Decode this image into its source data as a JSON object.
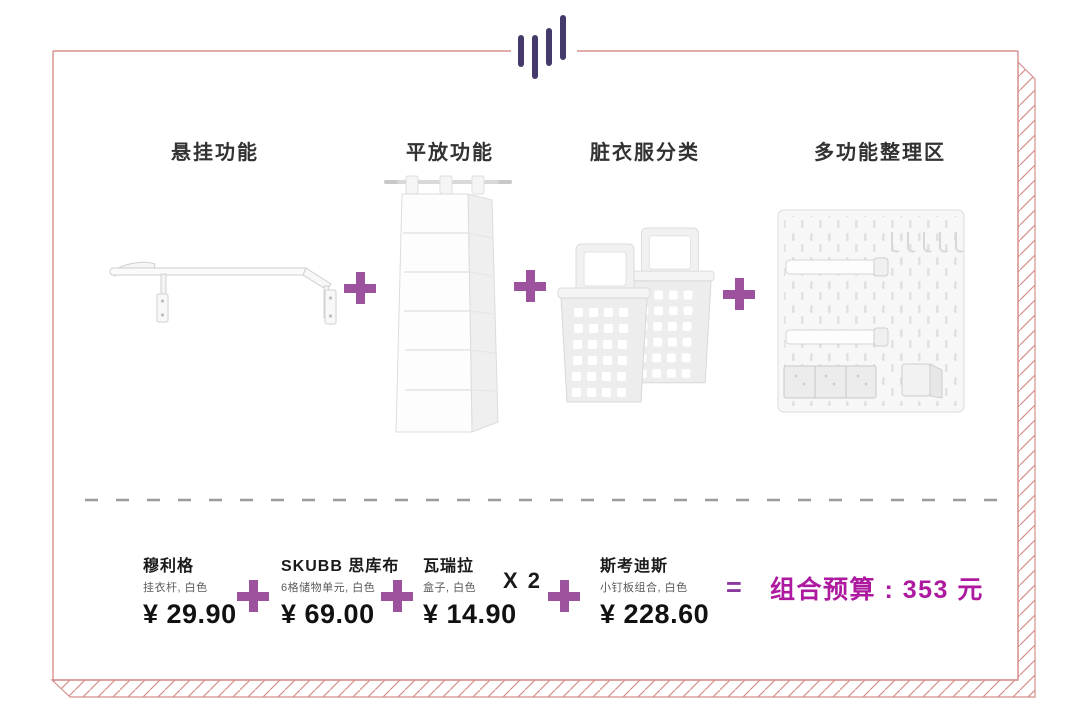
{
  "brand": {
    "logo_icon": "pulse-bars-logo"
  },
  "columns": [
    {
      "header": "悬挂功能"
    },
    {
      "header": "平放功能"
    },
    {
      "header": "脏衣服分类"
    },
    {
      "header": "多功能整理区"
    }
  ],
  "plus_sign": "+",
  "price_row": {
    "items": [
      {
        "name": "穆利格",
        "desc": "挂衣杆, 白色",
        "price": "¥ 29.90"
      },
      {
        "name": "SKUBB 思库布",
        "desc": "6格储物单元, 白色",
        "price": "¥ 69.00"
      },
      {
        "name": "瓦瑞拉",
        "desc": "盒子, 白色",
        "price": "¥ 14.90",
        "qty": "X 2"
      },
      {
        "name": "斯考迪斯",
        "desc": "小钉板组合, 白色",
        "price": "¥ 228.60"
      }
    ],
    "equals_sign": "=",
    "total_label": "组合预算 : 353 元"
  },
  "colors": {
    "plus_accent": "#9d529d",
    "budget_magenta": "#ad1aa0",
    "equals_purple": "#8a3a9c",
    "frame_pink": "#d58f8d",
    "logo_purple": "#463a6b"
  }
}
